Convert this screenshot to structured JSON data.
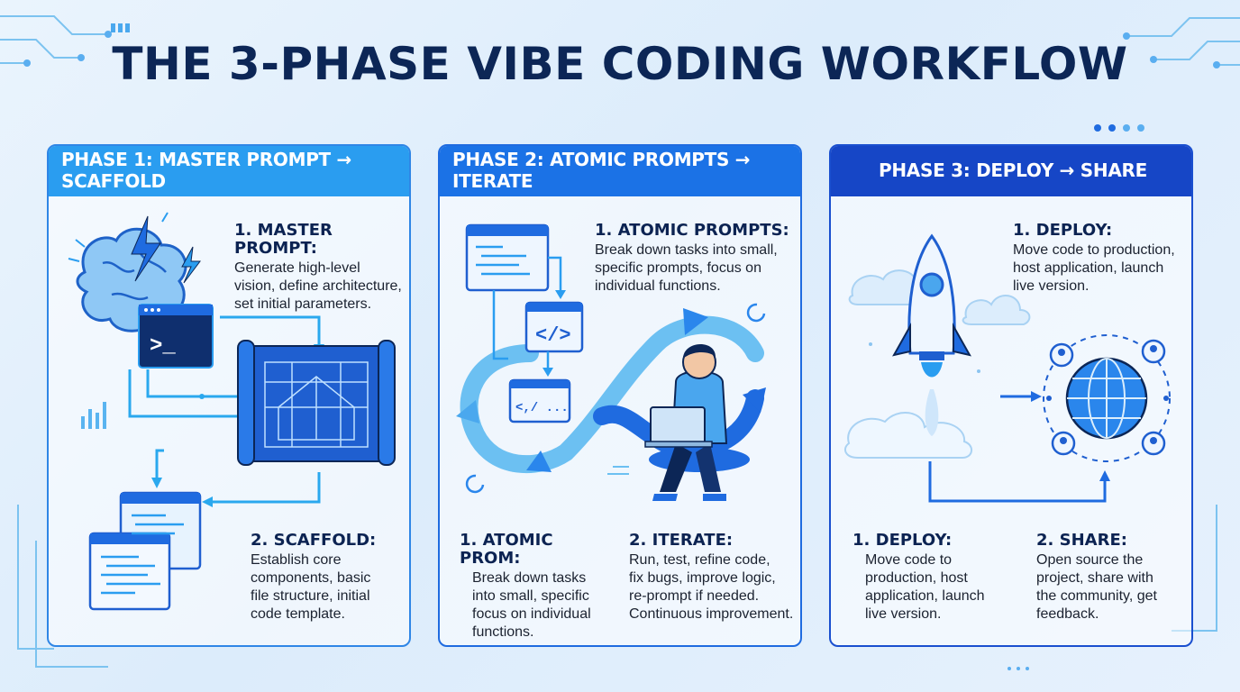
{
  "title": "THE 3-PHASE VIBE CODING WORKFLOW",
  "phase1": {
    "header": "PHASE 1: MASTER PROMPT → SCAFFOLD",
    "step1": {
      "heading": "1. MASTER PROMPT:",
      "lines": [
        "Generate high-level",
        "vision, define architecture,",
        "set initial parameters."
      ]
    },
    "step2": {
      "heading": "2. SCAFFOLD:",
      "lines": [
        "Establish core",
        "components, basic",
        "file structure, initial",
        "code template."
      ]
    },
    "terminal_prompt": ">_"
  },
  "phase2": {
    "header": "PHASE 2: ATOMIC PROMPTS → ITERATE",
    "step1": {
      "heading": "1. ATOMIC PROMPTS:",
      "lines": [
        "Break down tasks into small,",
        "specific prompts, focus on",
        "individual functions."
      ]
    },
    "step1b": {
      "heading": "1. ATOMIC PROM:",
      "lines": [
        "Break down tasks",
        "into small, specific",
        "focus on individual",
        "functions."
      ]
    },
    "step2": {
      "heading": "2. ITERATE:",
      "lines": [
        "Run, test, refine code,",
        "fix bugs, improve logic,",
        "re-prompt if needed.",
        "Continuous improvement."
      ]
    },
    "code_tag": "</>",
    "code_tag2": "<,/ ..."
  },
  "phase3": {
    "header": "PHASE 3: DEPLOY → SHARE",
    "step1": {
      "heading": "1. DEPLOY:",
      "lines": [
        "Move code to production,",
        "host application, launch",
        "live version."
      ]
    },
    "step1b": {
      "heading": "1. DEPLOY:",
      "lines": [
        "Move code to",
        "production, host",
        "application, launch",
        "live version."
      ]
    },
    "step2": {
      "heading": "2. SHARE:",
      "lines": [
        "Open source the",
        "project, share with",
        "the community, get",
        "feedback."
      ]
    }
  },
  "colors": {
    "dark_navy": "#0c2656",
    "blue": "#1f6be0",
    "light_blue": "#2a9df0",
    "pale": "#dbeefc"
  }
}
